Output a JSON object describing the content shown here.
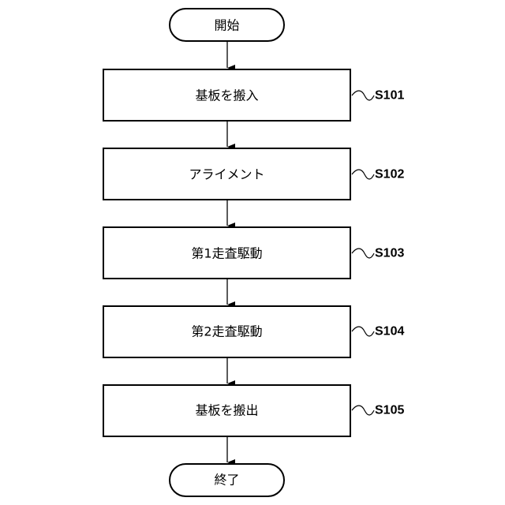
{
  "flowchart": {
    "start": {
      "label": "開始"
    },
    "steps": [
      {
        "label": "基板を搬入",
        "id": "S101"
      },
      {
        "label": "アライメント",
        "id": "S102"
      },
      {
        "label": "第1走査駆動",
        "id": "S103"
      },
      {
        "label": "第2走査駆動",
        "id": "S104"
      },
      {
        "label": "基板を搬出",
        "id": "S105"
      }
    ],
    "end": {
      "label": "終了"
    }
  },
  "colors": {
    "stroke": "#000000",
    "fill": "#ffffff",
    "text": "#000000"
  }
}
